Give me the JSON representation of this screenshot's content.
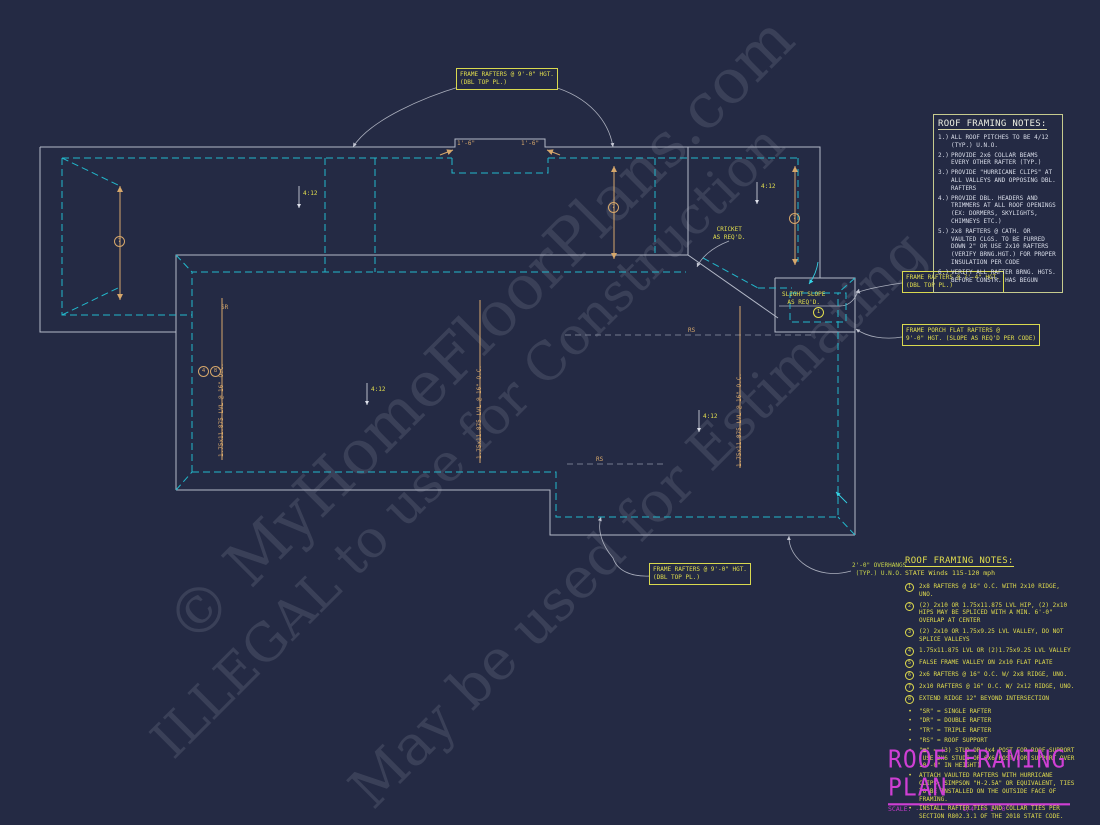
{
  "canvas": {
    "bg": "#242a44"
  },
  "watermark": {
    "line1": "© MyHomeFloorPlans.com",
    "line2": "ILLEGAL to use for Construction",
    "line3": "May be used for Estimating"
  },
  "plan": {
    "slope": "4:12",
    "cricket_line1": "CRICKET",
    "cricket_line2": "AS REQ'D.",
    "slight_line1": "SLIGHT SLOPE",
    "slight_line2": "AS REQ'D.",
    "overhang_line1": "2'-0\" OVERHANGS",
    "overhang_line2": "(TYP.) U.N.O.",
    "rs": "RS",
    "sr": "SR",
    "dim_notch": "1'-6\"",
    "ridge_spec": "1.75x11.875 LVL @ 16\" O.C.",
    "ref7": "7",
    "ref1": "1",
    "ref4": "4",
    "ref8": "8"
  },
  "callouts": {
    "top": {
      "line1": "FRAME RAFTERS @ 9'-0\" HGT.",
      "line2": "(DBL TOP PL.)"
    },
    "right": {
      "line1": "FRAME RAFTERS @ 7'-4\" HGT.",
      "line2": "(DBL TOP PL.)"
    },
    "porch": {
      "line1": "FRAME PORCH FLAT RAFTERS @",
      "line2": "9'-0\" HGT. (SLOPE AS REQ'D PER CODE)"
    },
    "bottom": {
      "line1": "FRAME RAFTERS @ 9'-0\" HGT.",
      "line2": "(DBL TOP PL.)"
    }
  },
  "notes_box": {
    "title": "ROOF FRAMING NOTES:",
    "items": [
      {
        "n": "1.)",
        "text": "ALL ROOF PITCHES TO BE 4/12 (TYP.) U.N.O."
      },
      {
        "n": "2.)",
        "text": "PROVIDE 2x6 COLLAR BEAMS EVERY OTHER RAFTER (TYP.)"
      },
      {
        "n": "3.)",
        "text": "PROVIDE \"HURRICANE CLIPS\" AT ALL VALLEYS AND OPPOSING DBL. RAFTERS"
      },
      {
        "n": "4.)",
        "text": "PROVIDE DBL. HEADERS AND TRIMMERS AT ALL ROOF OPENINGS (EX: DORMERS, SKYLIGHTS, CHIMNEYS ETC.)"
      },
      {
        "n": "5.)",
        "text": "2x8 RAFTERS @ CATH. OR VAULTED CLGS. TO BE FURRED DOWN 2\" OR USE 2x10 RAFTERS (VERIFY BRNG.HGT.) FOR PROPER INSULATION PER CODE"
      },
      {
        "n": "6.)",
        "text": "VERIFY ALL RAFTER BRNG. HGTS. BEFORE CONSTR. HAS BEGUN"
      }
    ]
  },
  "framing_notes": {
    "title": "ROOF FRAMING NOTES:",
    "subtitle": "STATE Winds 115-120 mph",
    "numbered": [
      {
        "n": "1",
        "text": "2x8 RAFTERS @ 16\" O.C. WITH 2x10 RIDGE, UNO."
      },
      {
        "n": "2",
        "text": "(2) 2x10 OR 1.75x11.875 LVL HIP, (2) 2x10 HIPS MAY BE SPLICED WITH A MIN. 6'-0\" OVERLAP AT CENTER"
      },
      {
        "n": "3",
        "text": "(2) 2x10 OR 1.75x9.25 LVL VALLEY, DO NOT SPLICE VALLEYS"
      },
      {
        "n": "4",
        "text": "1.75x11.875 LVL OR (2)1.75x9.25 LVL VALLEY"
      },
      {
        "n": "5",
        "text": "FALSE FRAME VALLEY ON 2x10 FLAT PLATE"
      },
      {
        "n": "6",
        "text": "2x6 RAFTERS @ 16\" O.C. W/ 2x8 RIDGE, UNO."
      },
      {
        "n": "7",
        "text": "2x10 RAFTERS @ 16\" O.C. W/ 2x12 RIDGE, UNO."
      },
      {
        "n": "8",
        "text": "EXTEND RIDGE 12\" BEYOND INTERSECTION"
      }
    ],
    "bullets": [
      "\"SR\" = SINGLE RAFTER",
      "\"DR\" = DOUBLE RAFTER",
      "\"TR\" = TRIPLE RAFTER",
      "\"RS\" = ROOF SUPPORT",
      "\"■\" = (3) STUD OR 4x4 POST FOR ROOF SUPPORT (USE 2X6 STUDS OR 6X6 POST FOR SUPPORT OVER 10'-0\" IN HEIGHT)",
      "ATTACH VAULTED RAFTERS WITH HURRICANE CLIPS; SIMPSON \"H-2.5A\" OR EQUIVALENT, TIES TO BE INSTALLED ON THE OUTSIDE FACE OF FRAMING.",
      "INSTALL RAFTER TIES AND COLLAR TIES PER SECTION R802.3.1 OF THE 2018 STATE CODE."
    ]
  },
  "title_block": {
    "title": "ROOF FRAMING PLAN",
    "scale": "SCALE: ------------1/4\" = 1'-0\""
  }
}
